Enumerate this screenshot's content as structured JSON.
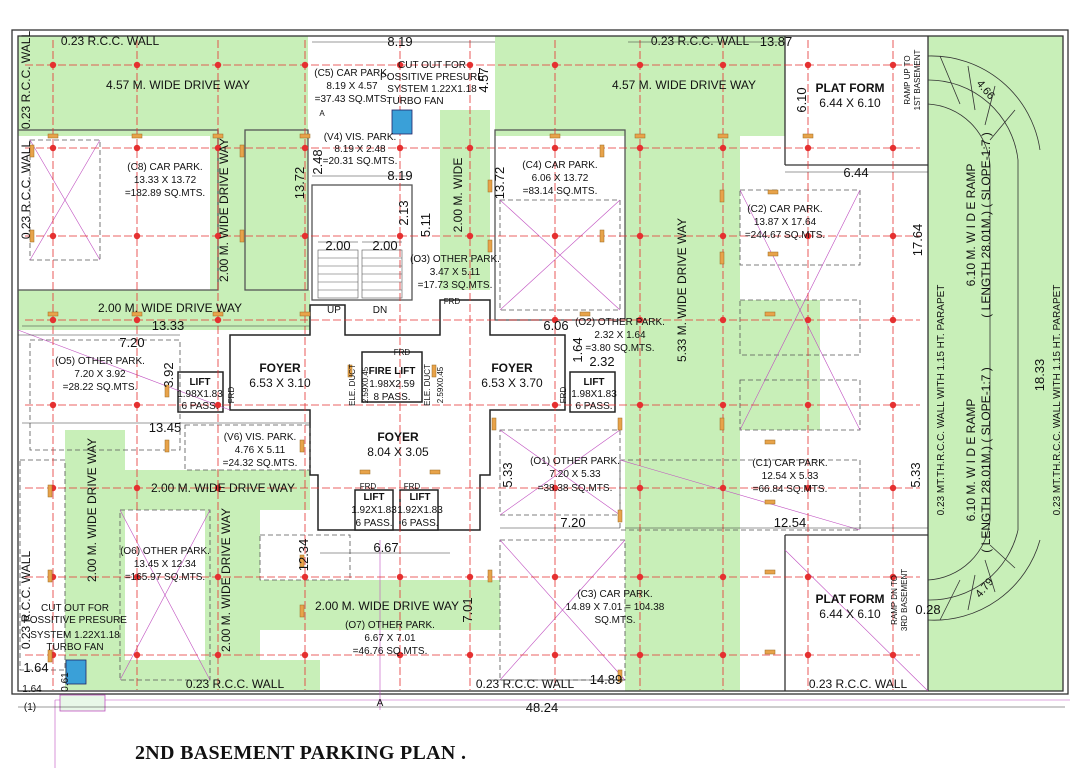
{
  "title": "2ND BASEMENT PARKING PLAN .",
  "colors": {
    "green": "#c8efb8",
    "green_dark": "#8fd37a",
    "column": "#e8a34a",
    "grid": "#e53030",
    "wall": "#333333",
    "magenta": "#c050c0"
  },
  "labels": {
    "wall_top_left": "0.23 R.C.C. WALL",
    "wall_top_right": "0.23 R.C.C. WALL",
    "wall_left_top": "0.23 R.C.C. WALL",
    "wall_left_mid": "0.23 R.C.C. WALL",
    "wall_left_bot": "0.23 R.C.C. WALL",
    "wall_bottom_left": "0.23 R.C.C. WALL",
    "wall_bottom_mid": "0.23 R.C.C. WALL",
    "wall_bottom_right": "0.23 R.C.C. WALL",
    "dw_top_left": "4.57 M.  WIDE   DRIVE WAY",
    "dw_top_right": "4.57 M.  WIDE   DRIVE WAY",
    "dw_left_vert": "2.00 M.  WIDE   DRIVE WAY",
    "dw_mid_vert": "2.00 M.  WIDE",
    "dw_right_vert": "5.33 M.  WIDE   DRIVE WAY",
    "dw_mid_horiz": "2.00 M.  WIDE   DRIVE WAY",
    "dw_low_horiz": "2.00 M.  WIDE  DRIVE WAY",
    "dw_bot_left_vert": "2.00 M.  WIDE   DRIVE WAY",
    "dw_bot_mid_vert": "2.00 M.  WIDE   DRIVE WAY",
    "dw_bot_horiz": "2.00 M.  WIDE   DRIVE WAY",
    "c5": [
      "(C5) CAR PARK.",
      "8.19 X 4.57",
      "=37.43 SQ.MTS."
    ],
    "cutout_top": [
      "CUT OUT FOR",
      "POSSITIVE PRESURE",
      "SYSTEM 1.22X1.18",
      "TURBO FAN"
    ],
    "v4": [
      "(V4) VIS. PARK.",
      "8.19 X 2.48",
      "=20.31 SQ.MTS."
    ],
    "c8": [
      "(C8) CAR PARK.",
      "13.33 X 13.72",
      "=182.89 SQ.MTS."
    ],
    "c4": [
      "(C4) CAR PARK.",
      "6.06 X 13.72",
      "=83.14 SQ.MTS."
    ],
    "c2": [
      "(C2) CAR PARK.",
      "13.87 X 17.64",
      "=244.67 SQ.MTS."
    ],
    "o3": [
      "(O3) OTHER PARK.",
      "3.47 X 5.11",
      "=17.73 SQ.MTS."
    ],
    "o2": [
      "(O2) OTHER PARK.",
      "2.32 X 1.64",
      "=3.80 SQ.MTS."
    ],
    "o5": [
      "(O5) OTHER PARK.",
      "7.20 X 3.92",
      "=28.22 SQ.MTS."
    ],
    "v6": [
      "(V6) VIS. PARK.",
      "4.76 X 5.11",
      "=24.32 SQ.MTS."
    ],
    "o1": [
      "(O1) OTHER PARK.",
      "7.20 X 5.33",
      "=38.38 SQ.MTS."
    ],
    "c1": [
      "(C1) CAR PARK.",
      "12.54 X 5.33",
      "=66.84 SQ.MTS."
    ],
    "o6": [
      "(O6) OTHER PARK.",
      "13.45 X 12.34",
      "=165.97 SQ.MTS."
    ],
    "o7": [
      "(O7) OTHER PARK.",
      "6.67 X 7.01",
      "=46.76 SQ.MTS."
    ],
    "c3": [
      "(C3) CAR PARK.",
      "14.89 X 7.01 = 104.38",
      "SQ.MTS."
    ],
    "cutout_bot": [
      "CUT OUT FOR",
      "POSSITIVE PRESURE",
      "SYSTEM 1.22X1.18",
      "TURBO FAN"
    ],
    "platform_top": [
      "PLAT FORM",
      "6.44 X 6.10"
    ],
    "platform_bot": [
      "PLAT FORM",
      "6.44 X 6.10"
    ],
    "ramp_up": [
      "RAMP UP TO",
      "1ST BASEMENT"
    ],
    "ramp_dn": [
      "RAMP DN TO",
      "3RD BASEMENT"
    ],
    "ramp_right_1": [
      "6.10 M. W I D E   RAMP",
      "( LENGTH 28.01M.) ( SLOPE-1:7 )"
    ],
    "ramp_right_2": [
      "6.10 M. W I D E  RAMP",
      "( LENGTH 28.01M.) ( SLOPE-1:7 )"
    ],
    "parapet_left": "0.23 MT.TH.R.C.C. WALL  WITH 1.15 HT. PARAPET",
    "parapet_right": "0.23 MT.TH.R.C.C. WALL  WITH 1.15 HT. PARAPET",
    "foyer_left": [
      "FOYER",
      "6.53 X 3.10"
    ],
    "foyer_right": [
      "FOYER",
      "6.53 X 3.70"
    ],
    "foyer_center": [
      "FOYER",
      "8.04 X 3.05"
    ],
    "lift_left": [
      "LIFT",
      "1.98X1.83",
      "6 PASS."
    ],
    "lift_right": [
      "LIFT",
      "1.98X1.83",
      "6 PASS."
    ],
    "fire_lift": [
      "FIRE LIFT",
      "1.98X2.59",
      "8 PASS."
    ],
    "lift_bot_1": [
      "LIFT",
      "1.92X1.83",
      "6 PASS."
    ],
    "lift_bot_2": [
      "LIFT",
      "1.92X1.83",
      "6 PASS."
    ],
    "ele_duct_1": [
      "ELE. DUCT",
      "2.59X0.45"
    ],
    "ele_duct_2": [
      "ELE. DUCT",
      "2.59X0.45"
    ],
    "frd": "FRD",
    "up": "UP",
    "dn": "DN",
    "section_a": "A",
    "grid_1": "(1)"
  },
  "dimensions": {
    "d_819_top": "8.19",
    "d_1387": "13.87",
    "d_457": "4.57",
    "d_248": "2.48",
    "d_819_mid": "8.19",
    "d_1372_left": "13.72",
    "d_1372_right": "13.72",
    "d_213": "2.13",
    "d_511": "5.11",
    "d_200_a": "2.00",
    "d_200_b": "2.00",
    "d_1333": "13.33",
    "d_606": "6.06",
    "d_644": "6.44",
    "d_610": "6.10",
    "d_1764": "17.64",
    "d_720_top": "7.20",
    "d_392": "3.92",
    "d_164_a": "1.64",
    "d_232": "2.32",
    "d_1345": "13.45",
    "d_533_a": "5.33",
    "d_533_b": "5.33",
    "d_720_mid": "7.20",
    "d_1254": "12.54",
    "d_1833": "18.33",
    "d_1234": "12.34",
    "d_667": "6.67",
    "d_701": "7.01",
    "d_164_b": "1.64",
    "d_164_c": "1.64",
    "d_061": "0.61",
    "d_1489": "14.89",
    "d_4824": "48.24",
    "d_466": "4.66",
    "d_479": "4.79",
    "d_028": "0.28"
  }
}
